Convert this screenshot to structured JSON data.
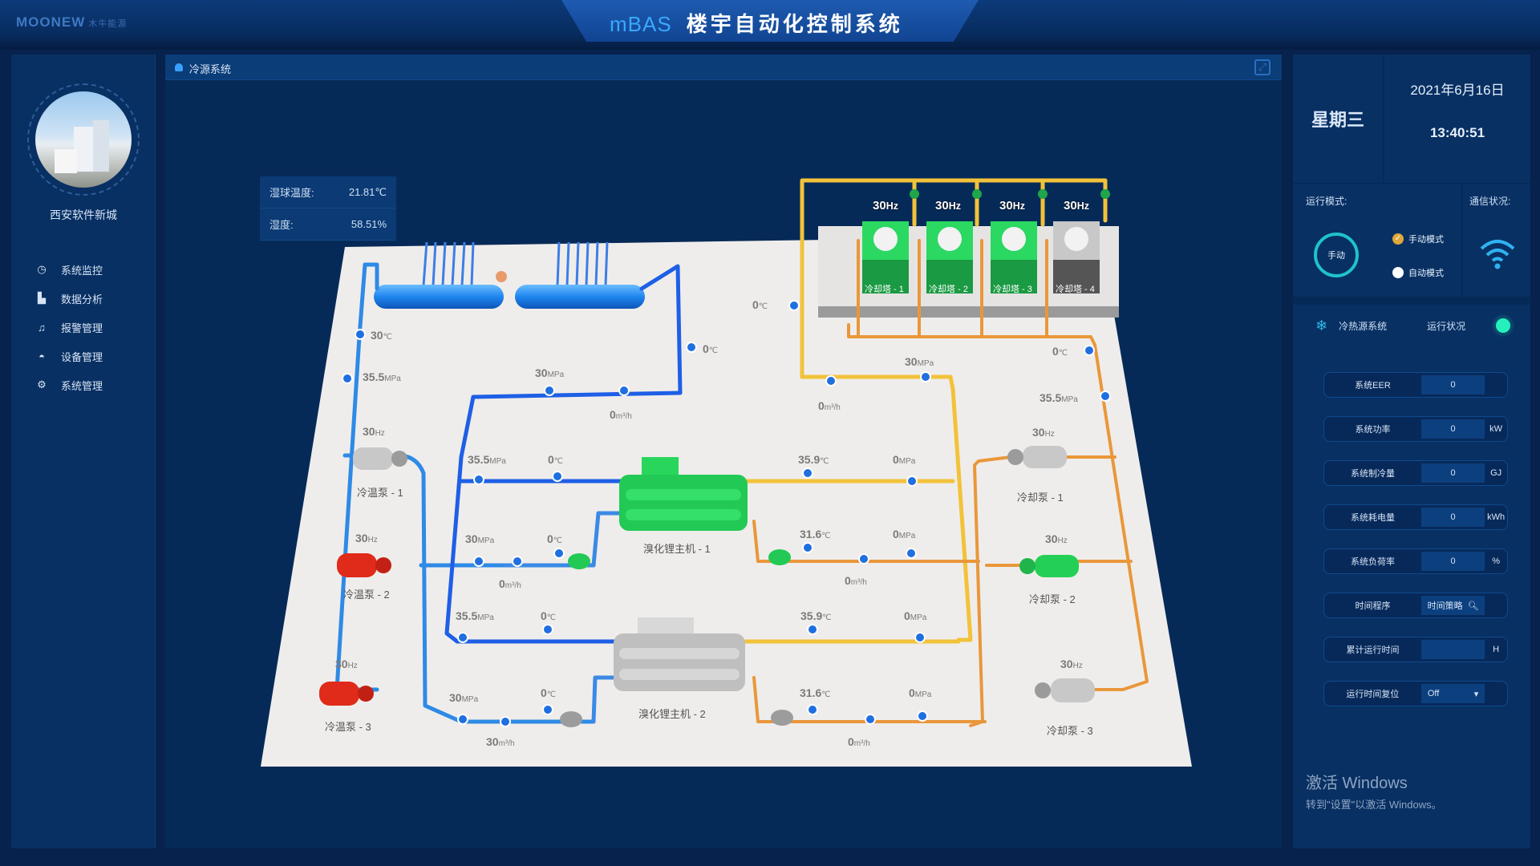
{
  "header": {
    "brand": "MOONEW",
    "brand_sub": "木牛能源",
    "title_prefix": "mBAS",
    "title": "楼宇自动化控制系统"
  },
  "sidebar": {
    "site_name": "西安软件新城",
    "items": [
      {
        "label": "系统监控",
        "icon": "dashboard-icon"
      },
      {
        "label": "数据分析",
        "icon": "chart-icon"
      },
      {
        "label": "报警管理",
        "icon": "bell-icon"
      },
      {
        "label": "设备管理",
        "icon": "device-icon"
      },
      {
        "label": "系统管理",
        "icon": "gear-icon"
      }
    ]
  },
  "main": {
    "breadcrumb": "冷源系统",
    "sensors": [
      {
        "label": "湿球温度:",
        "value": "21.81℃"
      },
      {
        "label": "湿度:",
        "value": "58.51%"
      }
    ],
    "cooling_towers": [
      {
        "name": "冷却塔 - 1",
        "freq": "30",
        "freq_unit": "Hz",
        "status": "running"
      },
      {
        "name": "冷却塔 - 2",
        "freq": "30",
        "freq_unit": "Hz",
        "status": "running"
      },
      {
        "name": "冷却塔 - 3",
        "freq": "30",
        "freq_unit": "Hz",
        "status": "running"
      },
      {
        "name": "冷却塔 - 4",
        "freq": "30",
        "freq_unit": "Hz",
        "status": "stopped"
      }
    ],
    "chilled_pumps": [
      {
        "name": "冷温泵 - 1",
        "freq": "30",
        "freq_unit": "Hz",
        "status": "stopped"
      },
      {
        "name": "冷温泵 - 2",
        "freq": "30",
        "freq_unit": "Hz",
        "status": "fault"
      },
      {
        "name": "冷温泵 - 3",
        "freq": "30",
        "freq_unit": "Hz",
        "status": "fault"
      }
    ],
    "cooling_pumps": [
      {
        "name": "冷却泵 - 1",
        "freq": "30",
        "freq_unit": "Hz",
        "status": "stopped"
      },
      {
        "name": "冷却泵 - 2",
        "freq": "30",
        "freq_unit": "Hz",
        "status": "running"
      },
      {
        "name": "冷却泵 - 3",
        "freq": "30",
        "freq_unit": "Hz",
        "status": "stopped"
      }
    ],
    "chillers": [
      {
        "name": "溴化锂主机 - 1",
        "status": "running"
      },
      {
        "name": "溴化锂主机 - 2",
        "status": "stopped"
      }
    ],
    "readings": {
      "supply_temp": {
        "v": "30",
        "u": "℃"
      },
      "supply_press": {
        "v": "35.5",
        "u": "MPa"
      },
      "header_top_press": {
        "v": "30",
        "u": "MPa"
      },
      "header_top_flow": {
        "v": "0",
        "u": "m³/h"
      },
      "header_return_temp": {
        "v": "0",
        "u": "℃"
      },
      "ch1_evap_out_press": {
        "v": "35.5",
        "u": "MPa"
      },
      "ch1_evap_out_temp": {
        "v": "0",
        "u": "℃"
      },
      "ch1_evap_in_press": {
        "v": "30",
        "u": "MPa"
      },
      "ch1_evap_in_temp": {
        "v": "0",
        "u": "℃"
      },
      "ch1_evap_in_flow": {
        "v": "0",
        "u": "m³/h"
      },
      "ch2_evap_out_press": {
        "v": "35.5",
        "u": "MPa"
      },
      "ch2_evap_out_temp": {
        "v": "0",
        "u": "℃"
      },
      "ch2_evap_in_press": {
        "v": "30",
        "u": "MPa"
      },
      "ch2_evap_in_temp": {
        "v": "0",
        "u": "℃"
      },
      "ch2_evap_in_flow": {
        "v": "30",
        "u": "m³/h"
      },
      "ch1_cond_out_temp": {
        "v": "35.9",
        "u": "℃"
      },
      "ch1_cond_out_press": {
        "v": "0",
        "u": "MPa"
      },
      "ch1_cond_in_temp": {
        "v": "31.6",
        "u": "℃"
      },
      "ch1_cond_in_press": {
        "v": "0",
        "u": "MPa"
      },
      "ch1_cond_in_flow": {
        "v": "0",
        "u": "m³/h"
      },
      "ch2_cond_out_temp": {
        "v": "35.9",
        "u": "℃"
      },
      "ch2_cond_out_press": {
        "v": "0",
        "u": "MPa"
      },
      "ch2_cond_in_temp": {
        "v": "31.6",
        "u": "℃"
      },
      "ch2_cond_in_press": {
        "v": "0",
        "u": "MPa"
      },
      "ch2_cond_in_flow": {
        "v": "0",
        "u": "m³/h"
      },
      "tower_supply_temp": {
        "v": "0",
        "u": "℃"
      },
      "tower_supply_press": {
        "v": "30",
        "u": "MPa"
      },
      "tower_supply_flow": {
        "v": "0",
        "u": "m³/h"
      },
      "tower_return_temp": {
        "v": "0",
        "u": "℃"
      },
      "tower_return_press": {
        "v": "35.5",
        "u": "MPa"
      }
    }
  },
  "right": {
    "weekday": "星期三",
    "date": "2021年6月16日",
    "time": "13:40:51",
    "mode_label": "运行模式:",
    "mode_current": "手动",
    "mode_options": [
      {
        "label": "手动模式",
        "selected": true
      },
      {
        "label": "自动模式",
        "selected": false
      }
    ],
    "comm_label": "通信状况:",
    "system_label": "冷热源系统",
    "status_label": "运行状况",
    "params": [
      {
        "label": "系统EER",
        "value": "0",
        "unit": ""
      },
      {
        "label": "系统功率",
        "value": "0",
        "unit": "kW"
      },
      {
        "label": "系统制冷量",
        "value": "0",
        "unit": "GJ"
      },
      {
        "label": "系统耗电量",
        "value": "0",
        "unit": "kWh"
      },
      {
        "label": "系统负荷率",
        "value": "0",
        "unit": "%"
      },
      {
        "label": "时间程序",
        "value": "时间策略",
        "unit": ""
      },
      {
        "label": "累计运行时间",
        "value": "",
        "unit": "H"
      },
      {
        "label": "运行时间复位",
        "value": "Off",
        "unit": ""
      }
    ],
    "watermark_line1": "激活 Windows",
    "watermark_line2": "转到\"设置\"以激活 Windows。"
  },
  "colors": {
    "chilled_pipe": "#1f6fe0",
    "cooling_supply_pipe": "#f2c23a",
    "cooling_return_pipe": "#ec9a3c",
    "running": "#22d65a",
    "fault": "#e02a1a",
    "stopped": "#b8b8b8"
  }
}
